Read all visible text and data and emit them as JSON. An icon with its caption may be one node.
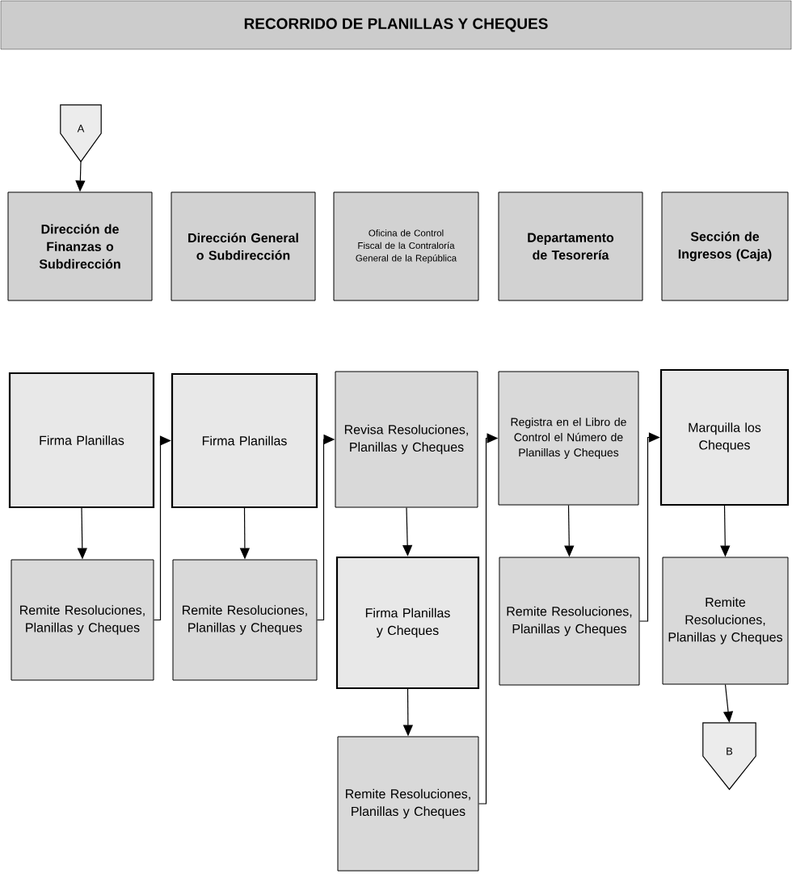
{
  "diagram": {
    "title": "RECORRIDO DE PLANILLAS Y CHEQUES",
    "nodes": [
      {
        "text": [
          "A"
        ]
      },
      {
        "text": [
          "Dirección de Finanzas o Subdirección"
        ]
      },
      {
        "text": [
          "Dirección General o Subdirección"
        ]
      },
      {
        "text": [
          "Oficina de Control Fiscal de la Contraloría General de la República"
        ]
      },
      {
        "text": [
          "Departamento de Tesorería"
        ]
      },
      {
        "text": [
          "Sección de Ingresos (Caja)"
        ]
      },
      {
        "text": [
          "Firma Planillas"
        ]
      },
      {
        "text": [
          "Remite Resoluciones, Planillas y Cheques"
        ]
      },
      {
        "text": [
          "Firma Planillas"
        ]
      },
      {
        "text": [
          "Remite Resoluciones, Planillas y Cheques"
        ]
      },
      {
        "text": [
          "Revisa Resoluciones, Planillas y Cheques"
        ]
      },
      {
        "text": [
          "Firma Planillas y Cheques"
        ]
      },
      {
        "text": [
          "Remite Resoluciones, Planillas y Cheques"
        ]
      },
      {
        "text": [
          "Registra en el Libro de Control el Número de Planillas y Cheques"
        ]
      },
      {
        "text": [
          "Remite Resoluciones, Planillas y Cheques"
        ]
      },
      {
        "text": [
          "Marquilla los Cheques"
        ]
      },
      {
        "text": [
          "Remite Resoluciones, Planillas y Cheques"
        ]
      },
      {
        "text": [
          "B"
        ]
      }
    ],
    "edges": [
      {
        "from": 0,
        "to": 1,
        "arrow": "to"
      },
      {
        "from": 6,
        "to": 7,
        "arrow": "to"
      },
      {
        "from": 7,
        "to": 8,
        "arrow": "to"
      },
      {
        "from": 8,
        "to": 9,
        "arrow": "to"
      },
      {
        "from": 9,
        "to": 10,
        "arrow": "to"
      },
      {
        "from": 10,
        "to": 11,
        "arrow": "to"
      },
      {
        "from": 11,
        "to": 12,
        "arrow": "to"
      },
      {
        "from": 12,
        "to": 13,
        "arrow": "to"
      },
      {
        "from": 13,
        "to": 14,
        "arrow": "to"
      },
      {
        "from": 14,
        "to": 15,
        "arrow": "to"
      },
      {
        "from": 15,
        "to": 16,
        "arrow": "to"
      },
      {
        "from": 16,
        "to": 17,
        "arrow": "to"
      }
    ]
  }
}
